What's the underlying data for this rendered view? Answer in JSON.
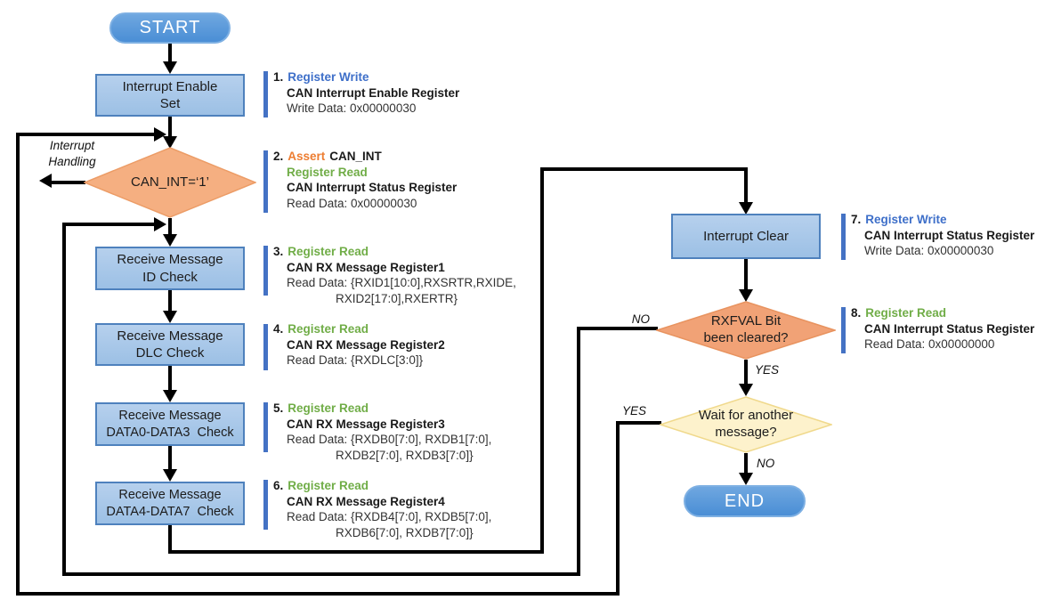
{
  "nodes": {
    "start": "START",
    "interrupt_enable": {
      "line1": "Interrupt Enable",
      "line2": "Set"
    },
    "can_int": "CAN_INT=‘1’",
    "id_check": {
      "line1": "Receive Message",
      "line2": "ID Check"
    },
    "dlc_check": {
      "line1": "Receive Message",
      "line2": "DLC Check"
    },
    "data03_check": {
      "line1": "Receive Message",
      "line2": "DATA0-DATA3  Check"
    },
    "data47_check": {
      "line1": "Receive Message",
      "line2": "DATA4-DATA7  Check"
    },
    "interrupt_clear": "Interrupt Clear",
    "rxfval": {
      "line1": "RXFVAL Bit",
      "line2": "been cleared?"
    },
    "wait": {
      "line1": "Wait for another",
      "line2": "message?"
    },
    "end": "END"
  },
  "edge_labels": {
    "interrupt_handling": {
      "line1": "Interrupt",
      "line2": "Handling"
    },
    "rxfval_no": "NO",
    "rxfval_yes": "YES",
    "wait_yes": "YES",
    "wait_no": "NO"
  },
  "annotations": [
    {
      "num": "1.",
      "action": "Register Write",
      "reg": "CAN Interrupt Enable Register",
      "data": "Write Data: 0x00000030"
    },
    {
      "num": "2.",
      "assert": "Assert",
      "assert_target": "CAN_INT",
      "action": "Register Read",
      "reg": "CAN Interrupt Status Register",
      "data": "Read Data: 0x00000030"
    },
    {
      "num": "3.",
      "action": "Register Read",
      "reg": "CAN RX Message Register1",
      "data": "Read Data: {RXID1[10:0],RXSRTR,RXIDE,",
      "data2": "RXID2[17:0],RXERTR}"
    },
    {
      "num": "4.",
      "action": "Register Read",
      "reg": "CAN RX Message Register2",
      "data": "Read Data: {RXDLC[3:0]}"
    },
    {
      "num": "5.",
      "action": "Register Read",
      "reg": "CAN RX Message Register3",
      "data": "Read Data: {RXDB0[7:0], RXDB1[7:0],",
      "data2": "RXDB2[7:0], RXDB3[7:0]}"
    },
    {
      "num": "6.",
      "action": "Register Read",
      "reg": "CAN RX Message Register4",
      "data": "Read Data: {RXDB4[7:0], RXDB5[7:0],",
      "data2": "RXDB6[7:0], RXDB7[7:0]}"
    },
    {
      "num": "7.",
      "action": "Register Write",
      "reg": "CAN Interrupt Status Register",
      "data": "Write Data: 0x00000030"
    },
    {
      "num": "8.",
      "action": "Register Read",
      "reg": "CAN Interrupt Status Register",
      "data": "Read Data: 0x00000000"
    }
  ],
  "colors": {
    "process_fill": "#A9C7EA",
    "process_border": "#4E81BD",
    "terminal_fill": "#5496D8",
    "decision_orange": "#F5AF81",
    "decision_orange_dark": "#F1A276",
    "decision_yellow": "#FDF2CC",
    "annotation_bar": "#4472C4",
    "action_write": "#3E6FC9",
    "action_read": "#70AD47",
    "action_assert": "#ED7D31",
    "connector": "#000000"
  }
}
